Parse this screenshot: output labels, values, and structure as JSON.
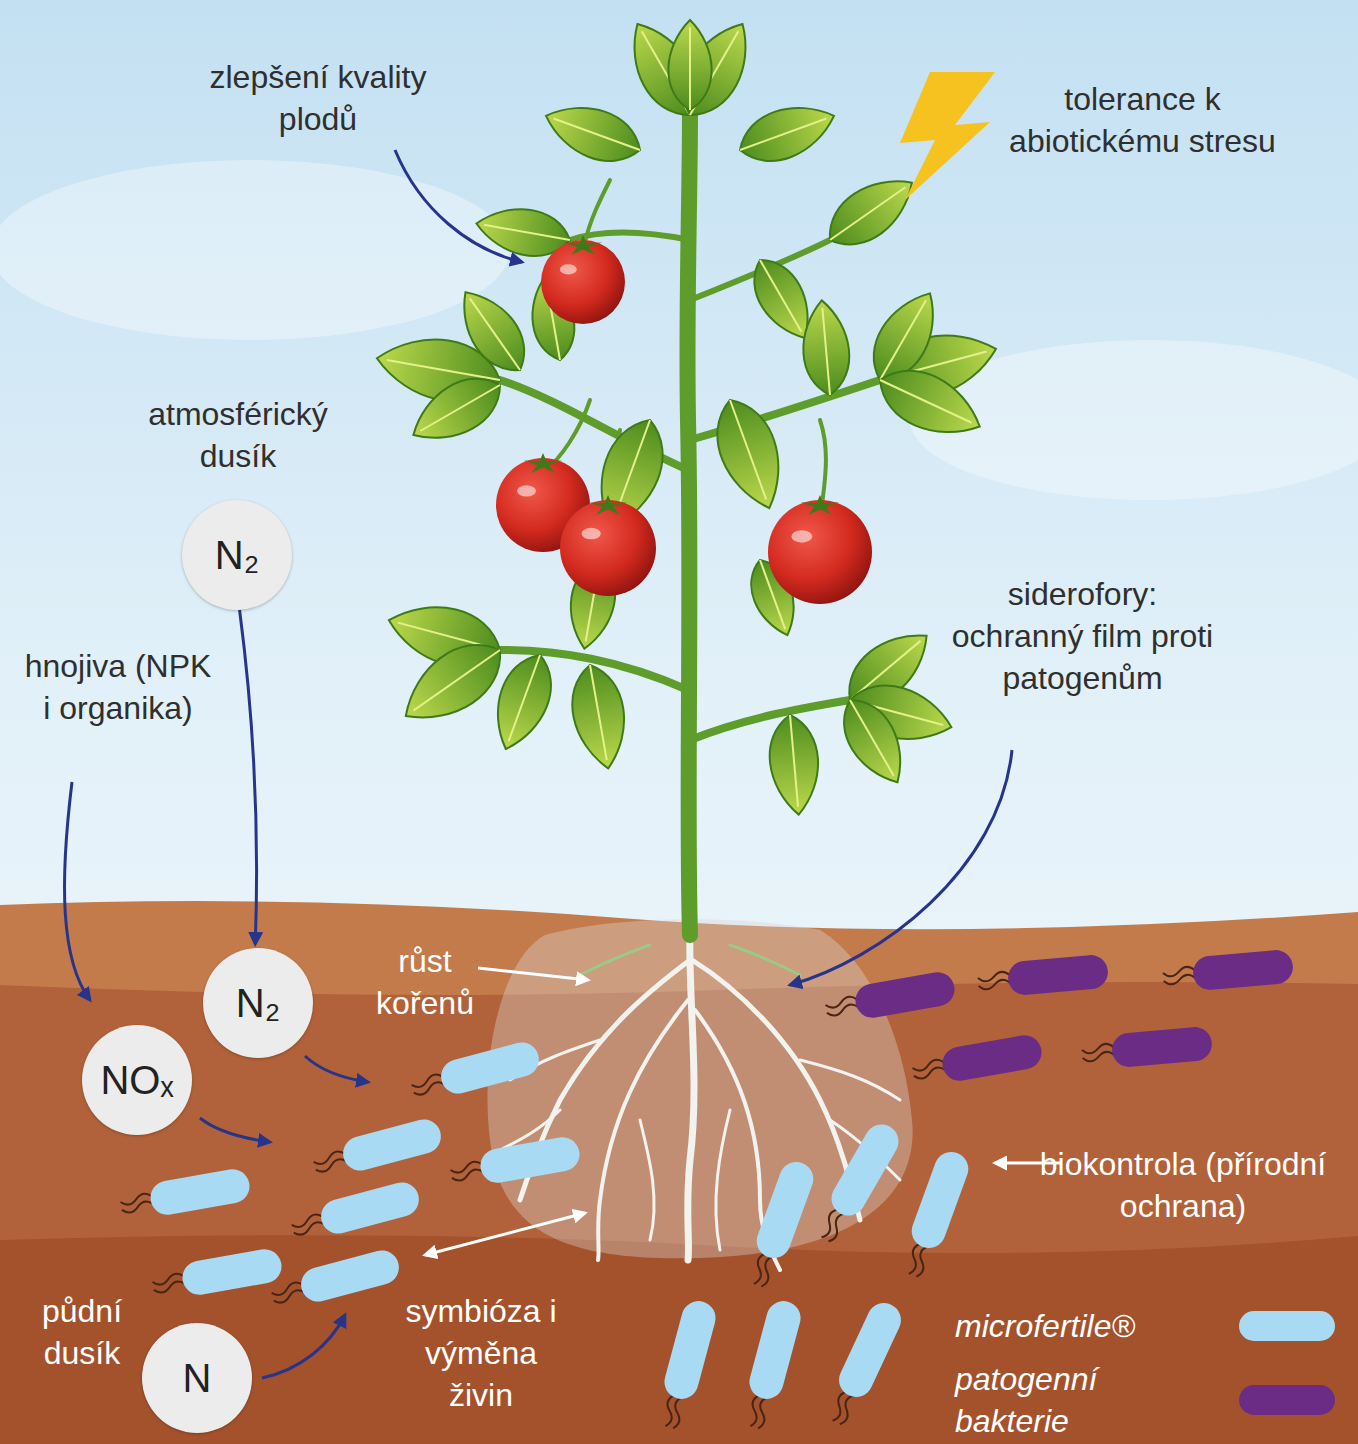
{
  "diagram": {
    "nodes": [
      {
        "text": [
          "N₂"
        ]
      },
      {
        "text": [
          "N₂"
        ]
      },
      {
        "text": [
          "NOₓ"
        ]
      },
      {
        "text": [
          "N"
        ]
      }
    ],
    "edges": [
      {
        "from": 0,
        "to": 1,
        "arrow": "to"
      }
    ],
    "labels": [
      "zlepšení kvality plodů",
      "tolerance k abiotickému stresu",
      "atmosférický dusík",
      "hnojiva (NPK i organika)",
      "siderofory: ochranný film proti patogenům",
      "růst kořenů",
      "biokontrola (přírodní ochrana)",
      "symbióza i výměna živin",
      "půdní dusík"
    ],
    "legend": [
      {
        "text": "microfertile®",
        "color": "#a9daf3"
      },
      {
        "text": "patogenní bakterie",
        "color": "#6b2c86"
      }
    ]
  }
}
